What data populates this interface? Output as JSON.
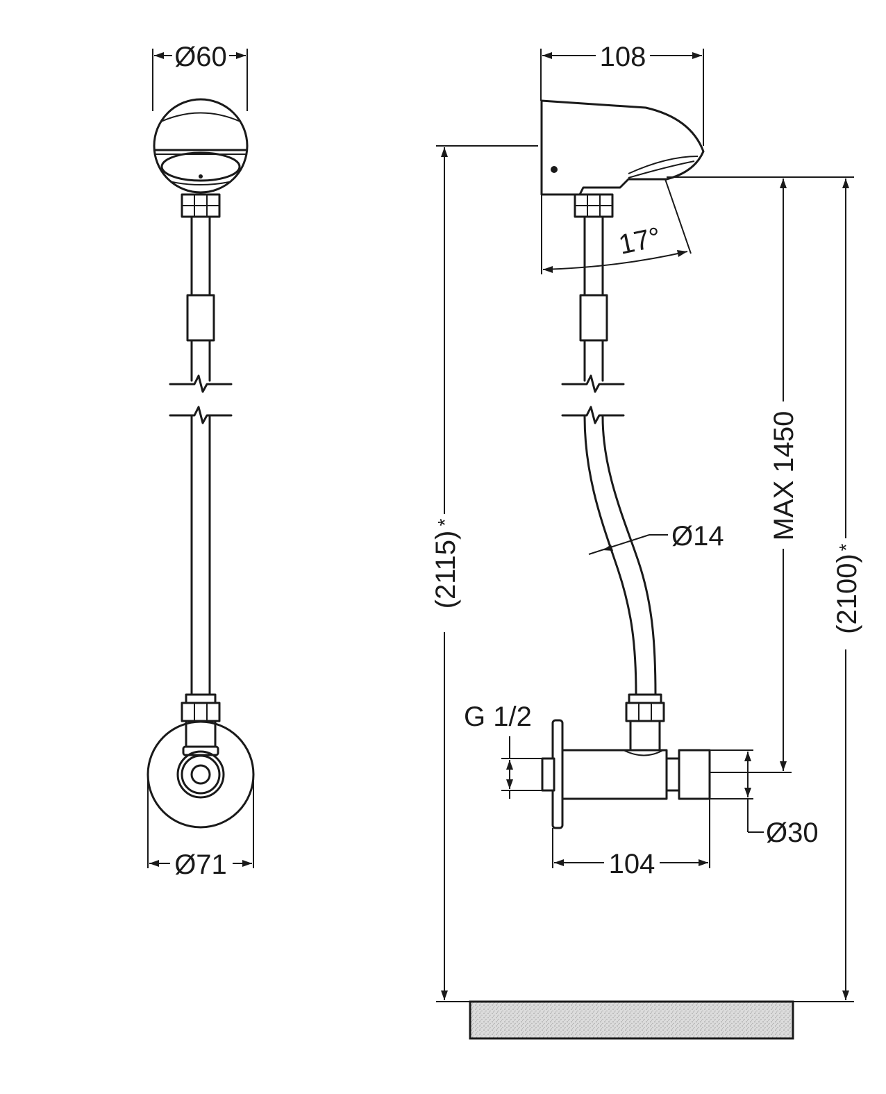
{
  "dimensions": {
    "head_diameter": "Ø60",
    "flange_diameter": "Ø71",
    "head_depth": "108",
    "spray_angle": "17°",
    "pipe_diameter": "Ø14",
    "inlet_thread": "G 1/2",
    "valve_length": "104",
    "valve_diameter": "Ø30",
    "max_height": "MAX 1450",
    "total_height_left": "(2115)",
    "total_height_right": "(2100)",
    "asterisk": "*"
  },
  "colors": {
    "line": "#1a1a1a",
    "floor_fill": "#d9d9d9"
  }
}
